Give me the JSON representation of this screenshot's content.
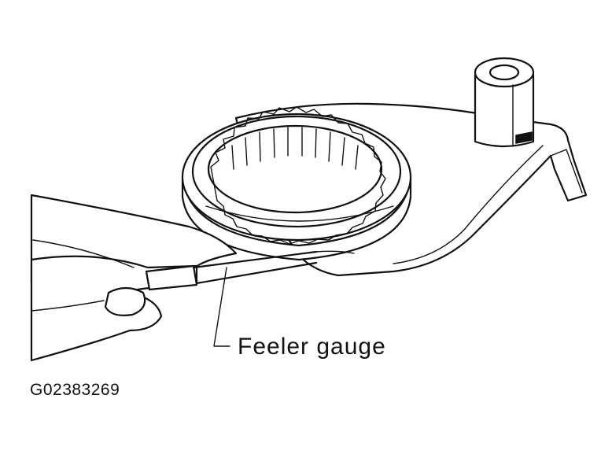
{
  "diagram": {
    "callouts": [
      {
        "id": "feeler-gauge",
        "text": "Feeler gauge"
      }
    ],
    "figure_id": "G02383269"
  }
}
